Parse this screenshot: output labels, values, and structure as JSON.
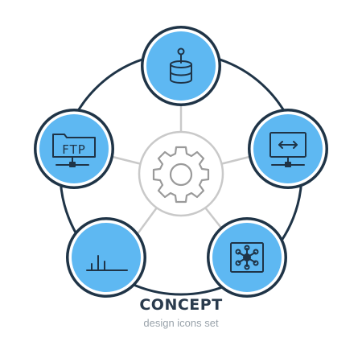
{
  "caption": {
    "title": "CONCEPT",
    "subtitle": "design icons set"
  },
  "diagram": {
    "center": {
      "icon": "gear-icon"
    },
    "nodes": [
      {
        "icon": "database-joystick-icon"
      },
      {
        "icon": "monitor-network-transfer-icon"
      },
      {
        "icon": "network-hub-icon"
      },
      {
        "icon": "bar-chart-icon"
      },
      {
        "icon": "ftp-folder-icon",
        "label": "FTP"
      }
    ]
  },
  "colors": {
    "outline": "#1f3447",
    "accent": "#5eb8f2",
    "ring": "#ffffff",
    "connector": "#c9c9c9",
    "gear": "#9a9a9a"
  }
}
